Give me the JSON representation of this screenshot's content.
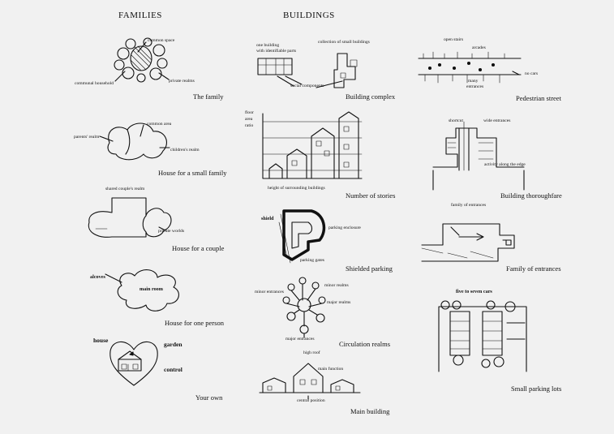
{
  "headings": {
    "families": "FAMILIES",
    "buildings": "BUILDINGS"
  },
  "families": {
    "family": {
      "caption": "The family",
      "labels": {
        "common_space": "common space",
        "communal_household": "communal household",
        "private_realms": "private realms"
      }
    },
    "small_family": {
      "caption": "House for a small family",
      "labels": {
        "common_area": "common area",
        "parents_realm": "parents' realm",
        "childrens_realm": "children's realm"
      }
    },
    "couple": {
      "caption": "House for a couple",
      "labels": {
        "shared_realm": "shared couple's realm",
        "private_worlds": "private worlds"
      }
    },
    "one_person": {
      "caption": "House for one person",
      "labels": {
        "alcoves": "alcoves",
        "main_room": "main room"
      }
    },
    "your_own": {
      "caption": "Your own",
      "labels": {
        "house": "house",
        "garden": "garden",
        "control": "control"
      }
    }
  },
  "buildings_left": {
    "complex": {
      "caption": "Building complex",
      "labels": {
        "one_building": "one building",
        "identifiable_parts": "with identifiable parts",
        "collection": "collection of small buildings",
        "social_components": "social components"
      }
    },
    "stories": {
      "caption": "Number of stories",
      "labels": {
        "floor": "floor",
        "area": "area",
        "ratio": "ratio",
        "xlabel": "height of surrounding buildings"
      }
    },
    "parking": {
      "caption": "Shielded parking",
      "labels": {
        "shield": "shield",
        "enclosure": "parking enclosure",
        "gates": "parking gates"
      }
    },
    "circulation": {
      "caption": "Circulation realms",
      "labels": {
        "minor_entrances": "minor entrances",
        "minor_realms": "minor realms",
        "major_realms": "major realms",
        "major_entrances": "major entrances"
      }
    },
    "main": {
      "caption": "Main building",
      "labels": {
        "high_roof": "high roof",
        "main_function": "main function",
        "central_position": "central position"
      }
    }
  },
  "buildings_right": {
    "street": {
      "caption": "Pedestrian street",
      "labels": {
        "open_stairs": "open stairs",
        "arcades": "arcades",
        "no_cars": "no cars",
        "many": "many",
        "entrances": "entrances"
      }
    },
    "thoroughfare": {
      "caption": "Building thoroughfare",
      "labels": {
        "shortcut": "shortcut",
        "wide_entrances": "wide entrances",
        "activity": "activity along the edge"
      }
    },
    "entrances": {
      "caption": "Family of entrances",
      "labels": {
        "family": "family of entrances"
      }
    },
    "lots": {
      "caption": "Small parking lots",
      "labels": {
        "cars": "five to seven cars"
      }
    }
  }
}
